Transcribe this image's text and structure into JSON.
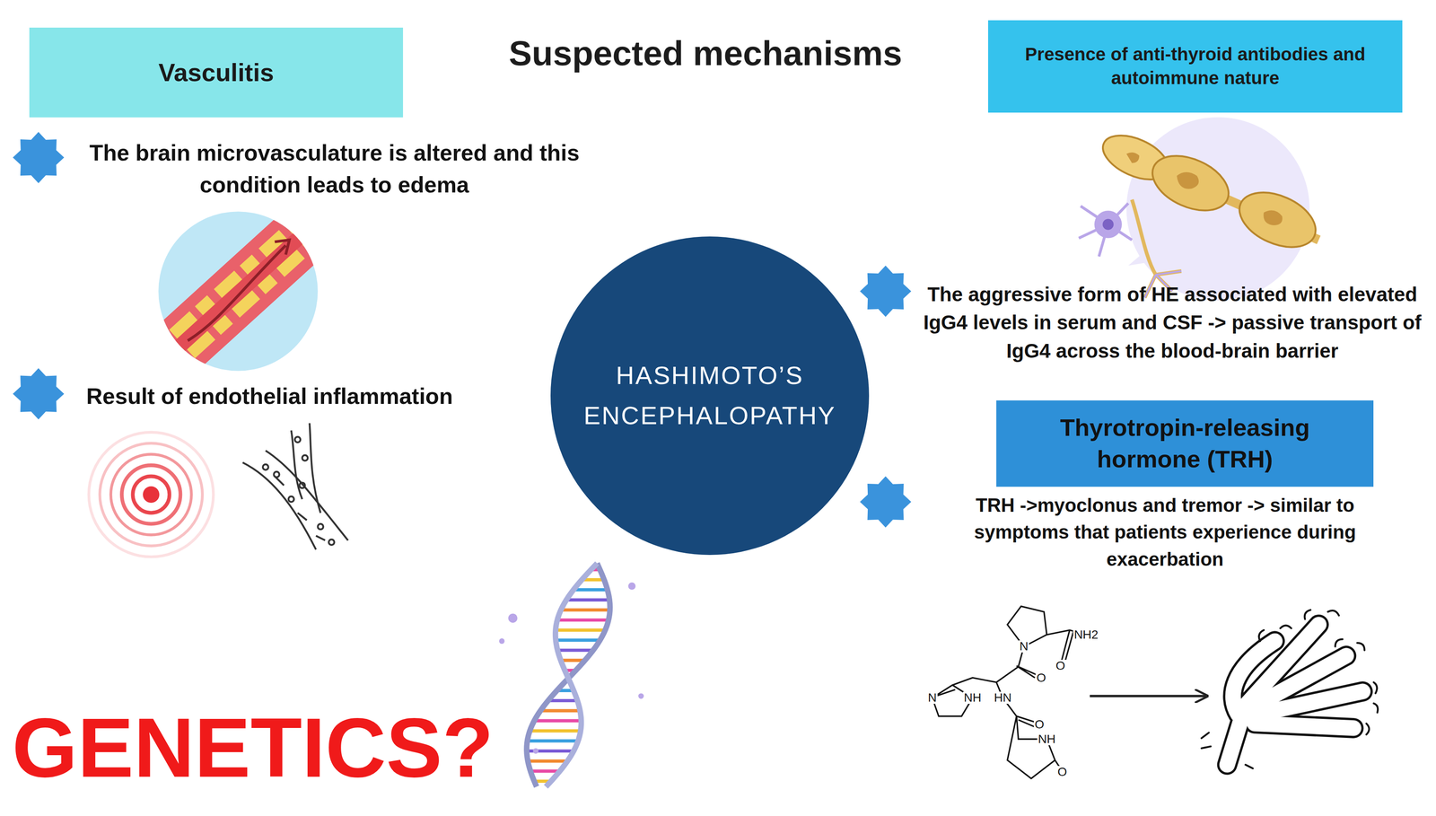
{
  "diagram": {
    "title": "Suspected mechanisms",
    "nodes": [
      {
        "text": [
          "Vasculitis"
        ]
      },
      {
        "text": [
          "Presence of anti-thyroid antibodies and autoimmune nature"
        ]
      },
      {
        "text": [
          "HASHIMOTO’S ENCEPHALOPATHY"
        ]
      },
      {
        "text": [
          "Thyrotropin-releasing hormone (TRH)"
        ]
      }
    ],
    "labels": [
      "The brain microvasculature is altered and this condition leads to edema",
      "Result of endothelial inflammation",
      "The aggressive form of HE associated with elevated IgG4 levels in serum and CSF -> passive transport of IgG4 across the blood-brain barrier",
      "TRH ->myoclonus and tremor -> similar to symptoms that patients experience during exacerbation",
      "GENETICS?",
      "NH2",
      "O",
      "N",
      "O",
      "N",
      "NH",
      "HN",
      "O",
      "NH",
      "O"
    ]
  }
}
